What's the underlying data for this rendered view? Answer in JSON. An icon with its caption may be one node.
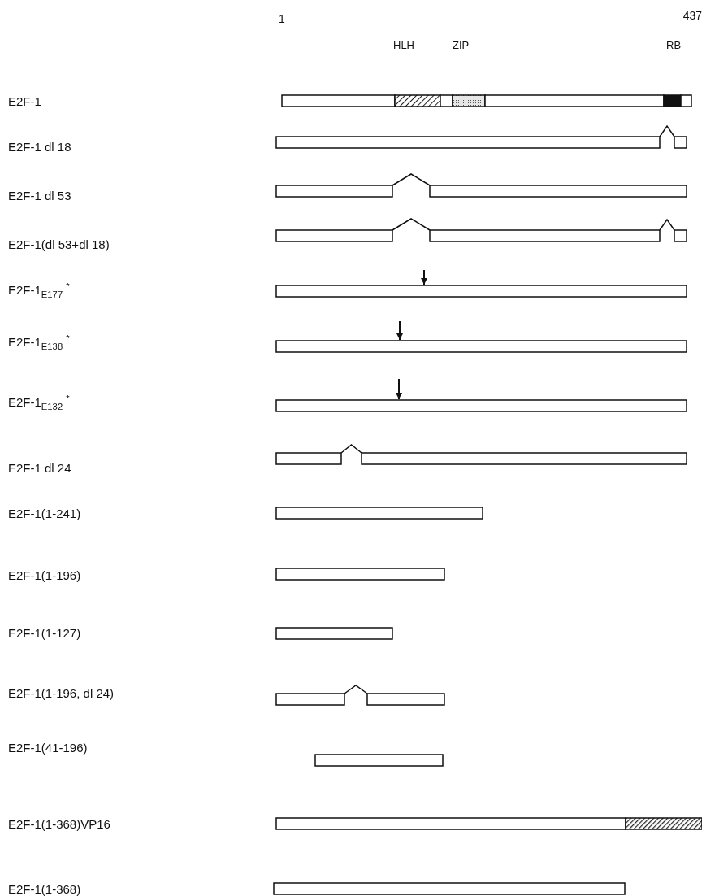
{
  "diagram": {
    "labels": [
      "1",
      "437",
      "HLH",
      "ZIP",
      "RB",
      "E2F-1",
      "E2F-1 dl 18",
      "E2F-1 dl 53",
      "E2F-1(dl 53+dl 18)",
      "E2F-1$_{E177}$ $^{*}$",
      "E2F-1$_{E138}$ $^{*}$",
      "E2F-1$_{E132}$ $^{*}$",
      "E2F-1 dl 24",
      "E2F-1(1-241)",
      "E2F-1(1-196)",
      "E2F-1(1-127)",
      "E2F-1(1-196, dl 24)",
      "E2F-1(41-196)",
      "E2F-1(1-368)VP16",
      "E2F-1(1-368)"
    ]
  }
}
